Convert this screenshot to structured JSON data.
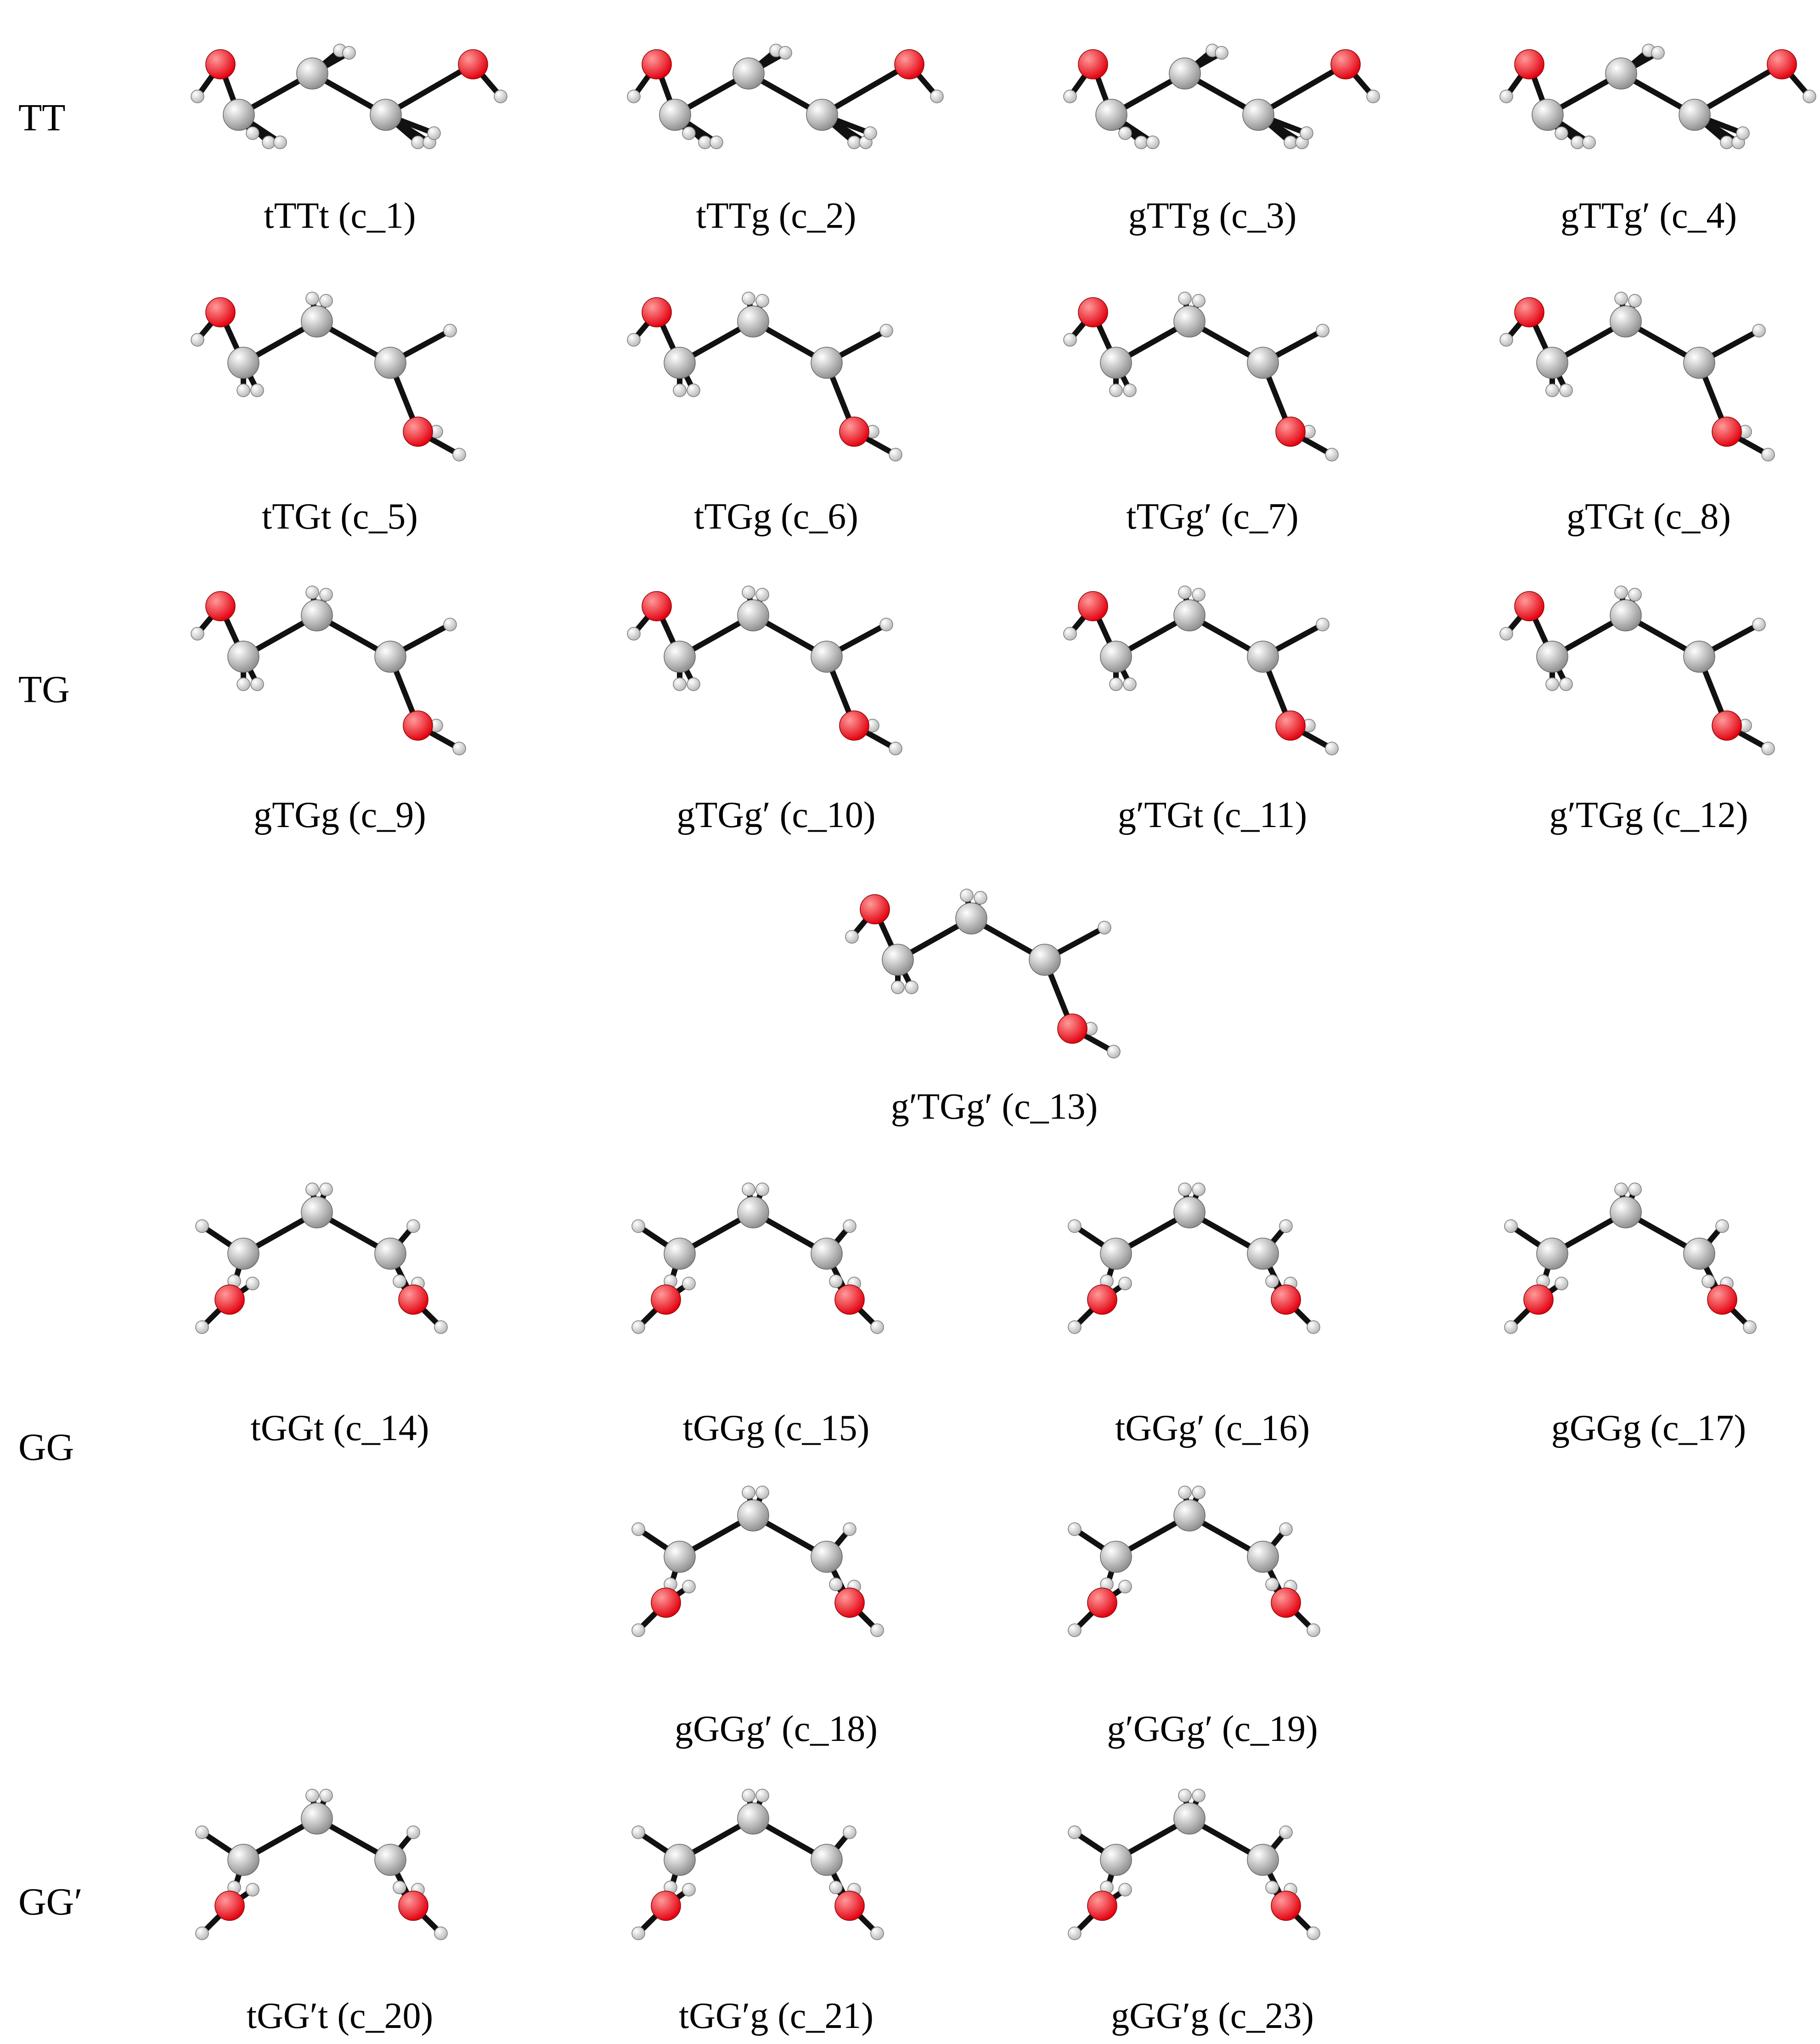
{
  "groups": [
    {
      "id": "TT",
      "label": "TT"
    },
    {
      "id": "TG",
      "label": "TG"
    },
    {
      "id": "GG",
      "label": "GG"
    },
    {
      "id": "GGp",
      "label": "GG′"
    }
  ],
  "atom_colors": {
    "oxygen": "#e3000f",
    "carbon": "#c8c8c8",
    "hydrogen": "#f2f2f2",
    "bond": "#111111"
  },
  "conformers": [
    {
      "label": "tTTt (c_1)",
      "shape": "TT"
    },
    {
      "label": "tTTg (c_2)",
      "shape": "TT"
    },
    {
      "label": "gTTg (c_3)",
      "shape": "TT"
    },
    {
      "label": "gTTg′ (c_4)",
      "shape": "TT"
    },
    {
      "label": "tTGt (c_5)",
      "shape": "TG"
    },
    {
      "label": "tTGg (c_6)",
      "shape": "TG"
    },
    {
      "label": "tTGg′ (c_7)",
      "shape": "TG"
    },
    {
      "label": "gTGt (c_8)",
      "shape": "TG"
    },
    {
      "label": "gTGg (c_9)",
      "shape": "TG"
    },
    {
      "label": "gTGg′ (c_10)",
      "shape": "TG"
    },
    {
      "label": "g′TGt (c_11)",
      "shape": "TG"
    },
    {
      "label": "g′TGg (c_12)",
      "shape": "TG"
    },
    {
      "label": "g′TGg′ (c_13)",
      "shape": "TG"
    },
    {
      "label": "tGGt (c_14)",
      "shape": "GG"
    },
    {
      "label": "tGGg (c_15)",
      "shape": "GG"
    },
    {
      "label": "tGGg′ (c_16)",
      "shape": "GG"
    },
    {
      "label": "gGGg (c_17)",
      "shape": "GG"
    },
    {
      "label": "gGGg′ (c_18)",
      "shape": "GG"
    },
    {
      "label": "g′GGg′ (c_19)",
      "shape": "GG"
    },
    {
      "label": "tGG′t (c_20)",
      "shape": "GG"
    },
    {
      "label": "tGG′g (c_21)",
      "shape": "GG"
    },
    {
      "label": "gGG′g (c_23)",
      "shape": "GG"
    }
  ]
}
